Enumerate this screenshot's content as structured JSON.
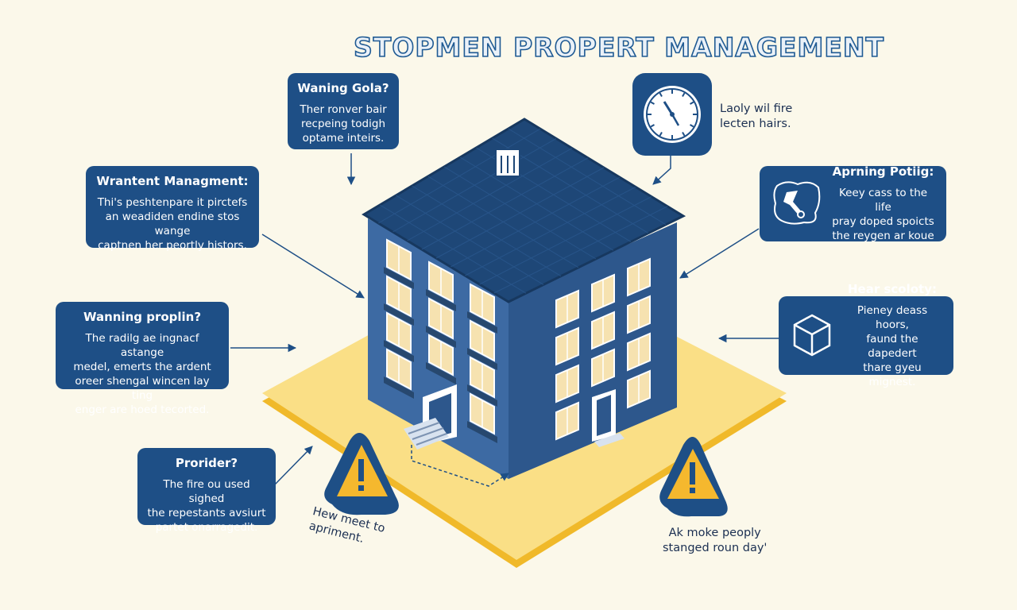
{
  "title": "STOPMEN PROPERT MANAGEMENT",
  "cards": {
    "warning_goals": {
      "heading": "Waning Gola?",
      "lines": [
        "Ther ronver bair",
        "recpeing todigh",
        "optame inteirs."
      ]
    },
    "warrant_mgmt": {
      "heading": "Wrantent Managment:",
      "lines": [
        "Thi's peshtenpare it pirctefs",
        "an weadiden endine stos wange",
        "captnen her peortly histors."
      ]
    },
    "warning_proplin": {
      "heading": "Wanning proplin?",
      "lines": [
        "The radilg ae ingnacf astange",
        "medel, emerts the ardent",
        "oreer shengal wincen lay ting",
        "enger are hoed tecorted."
      ]
    },
    "providers": {
      "heading": "Prorider?",
      "lines": [
        "The fire ou used sighed",
        "the repestants avsiurt",
        "partet onarragedit."
      ]
    },
    "aprning": {
      "heading": "Aprning Potiig:",
      "lines": [
        "Keey cass to the life",
        "pray doped spoicts",
        "the reygen ar koue"
      ]
    },
    "hear_scoloty": {
      "heading": "Hear scoloty:",
      "lines": [
        "Pieney deass hoors,",
        "faund the dapedert",
        "thare gyeu mignest."
      ]
    }
  },
  "notes": {
    "clock_note": [
      "Laoly wil fire",
      "lecten hairs."
    ],
    "stairs_note": [
      "Hew meet to",
      "apriment."
    ],
    "warning_note": [
      "Ak moke peoply",
      "stanged roun day'"
    ]
  },
  "icons": {
    "clock": "clock-icon",
    "tool": "wrench-icon",
    "box": "box-icon",
    "warning": "warning-triangle-icon"
  },
  "colors": {
    "card_bg": "#1e4f86",
    "building_front": "#3d6aa3",
    "building_side": "#2d578c",
    "roof": "#1e4777",
    "platform": "#f7d56a",
    "platform_edge": "#f0b92a",
    "warning": "#f5b82e",
    "background": "#fbf8ea"
  }
}
